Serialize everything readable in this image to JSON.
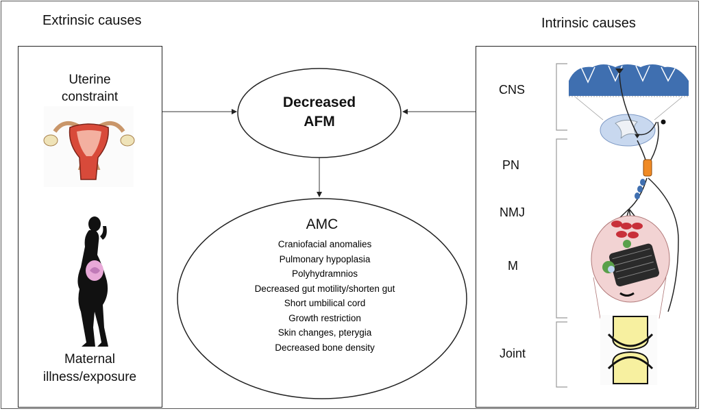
{
  "extrinsic_title": "Extrinsic causes",
  "intrinsic_title": "Intrinsic causes",
  "uterine_line1": "Uterine",
  "uterine_line2": "constraint",
  "maternal_line1": "Maternal",
  "maternal_line2": "illness/exposure",
  "center_line1": "Decreased",
  "center_line2": "AFM",
  "amc_title": "AMC",
  "amc_items": [
    "Craniofacial anomalies",
    "Pulmonary hypoplasia",
    "Polyhydramnios",
    "Decreased gut motility/shorten gut",
    "Short umbilical cord",
    "Growth restriction",
    "Skin changes, pterygia",
    "Decreased bone density"
  ],
  "intrinsic_labels": {
    "cns": "CNS",
    "pn": "PN",
    "nmj": "NMJ",
    "m": "M",
    "joint": "Joint"
  },
  "colors": {
    "cortex_blue": "#3f6fb0",
    "uterus_red": "#d84a3a",
    "muscle_pink": "#f2d3d3",
    "nerve_orange": "#f08a24",
    "joint_yellow": "#f7f0a0",
    "silhouette": "#111111",
    "belly_pink": "#e8a9d8"
  }
}
